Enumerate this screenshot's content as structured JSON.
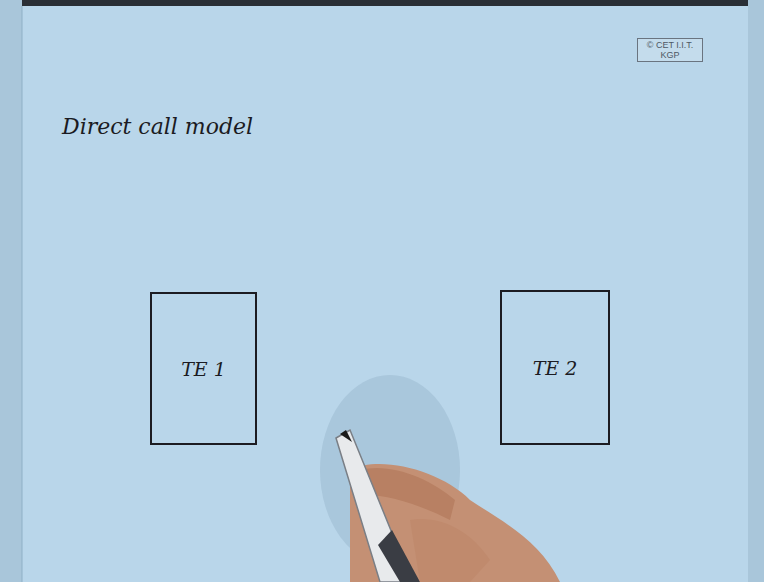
{
  "diagram": {
    "title": "Direct call model",
    "nodes": [
      {
        "text": [
          "TE 1"
        ]
      },
      {
        "text": [
          "TE 2"
        ]
      }
    ],
    "labels": [
      "© CET I.I.T. KGP"
    ]
  }
}
